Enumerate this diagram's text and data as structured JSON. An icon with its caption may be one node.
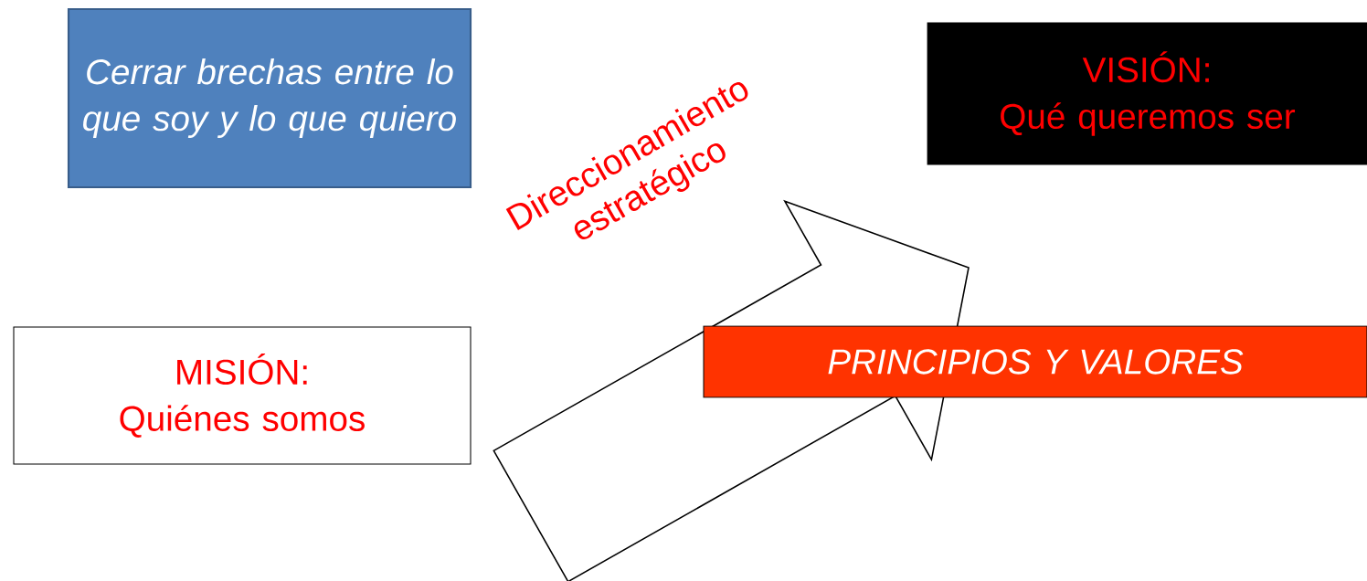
{
  "diagram": {
    "nodes": [
      {
        "text": [
          "Cerrar brechas entre lo que soy y lo que quiero"
        ]
      },
      {
        "text": [
          "VISIÓN:",
          "Qué queremos ser"
        ]
      },
      {
        "text": [
          "MISIÓN:",
          "Quiénes somos"
        ]
      },
      {
        "text": [
          "PRINCIPIOS Y VALORES"
        ]
      }
    ],
    "edges": [
      {
        "from": 2,
        "to": 1,
        "arrow": "to",
        "label": "Direccionamiento estratégico",
        "style": "thick"
      }
    ]
  }
}
